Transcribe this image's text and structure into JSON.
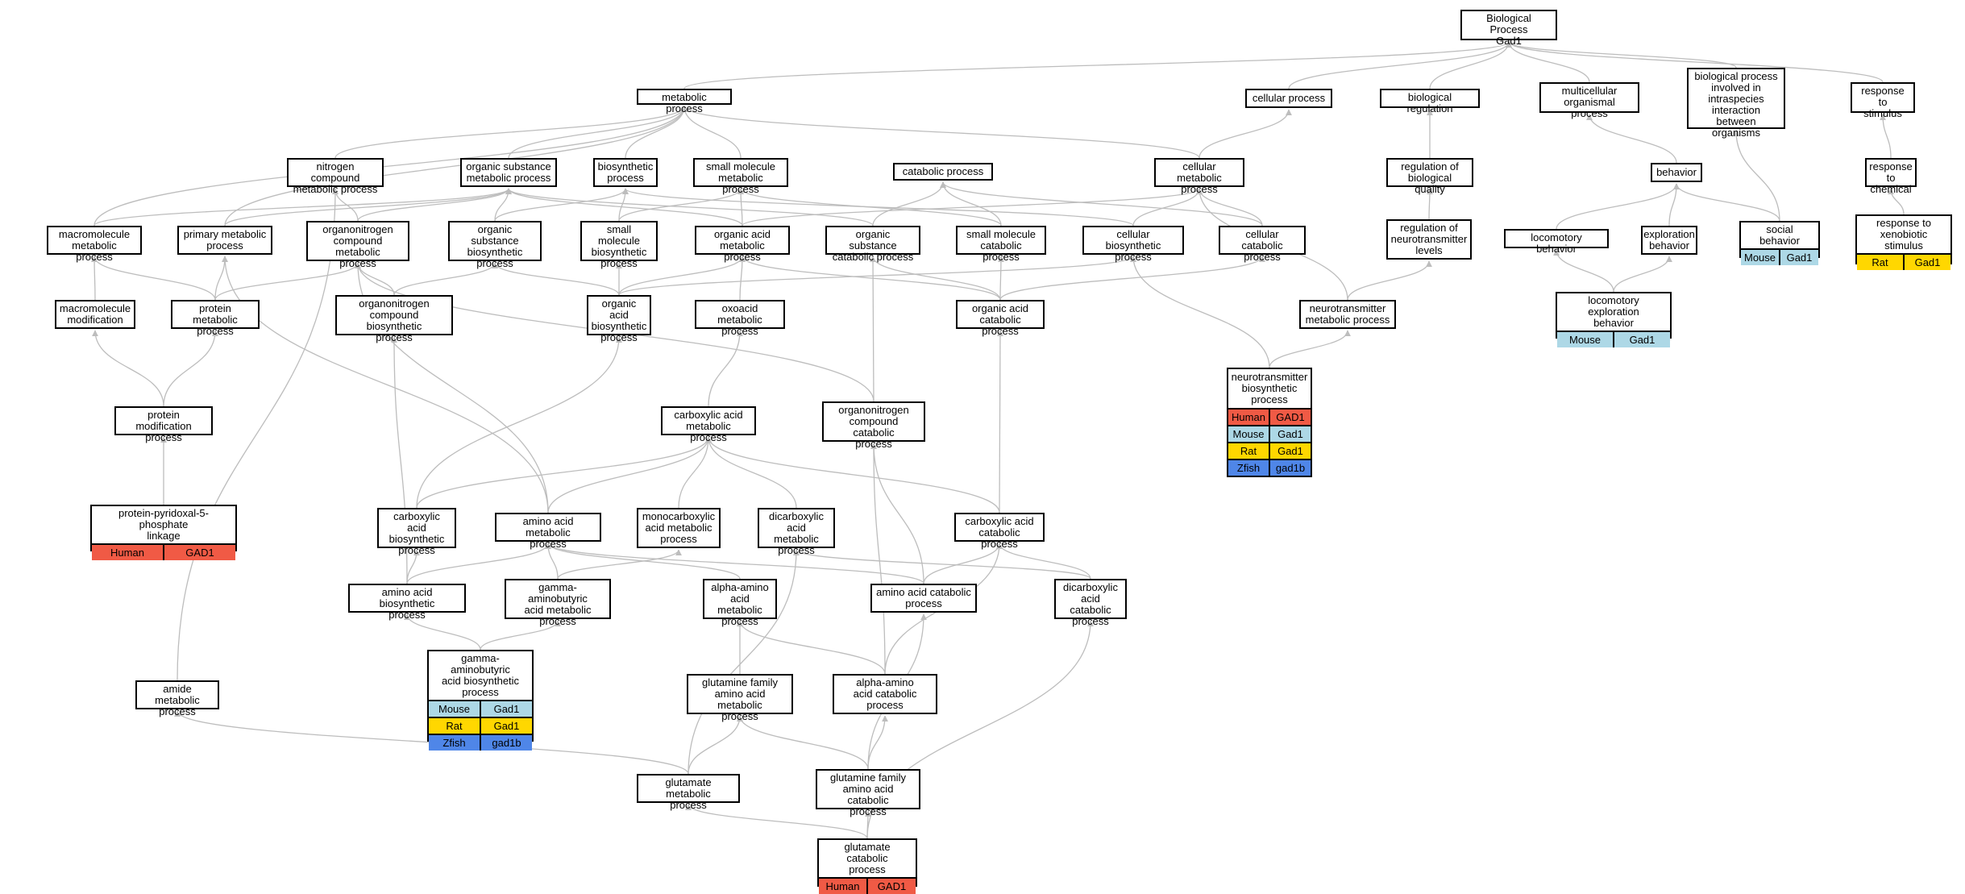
{
  "colors": {
    "edge": "#bdbdbd",
    "Human": "#f05a45",
    "Mouse": "#add8e6",
    "Rat": "#ffd700",
    "Zfish": "#4f86e8"
  },
  "nodes": [
    {
      "id": "bp",
      "label": "Biological Process\nGad1"
    },
    {
      "id": "metabolic",
      "label": "metabolic process"
    },
    {
      "id": "cellular",
      "label": "cellular process"
    },
    {
      "id": "bioreg",
      "label": "biological regulation"
    },
    {
      "id": "multicell",
      "label": "multicellular\norganismal process"
    },
    {
      "id": "interspecies",
      "label": "biological process\ninvolved in\nintraspecies\ninteraction\nbetween organisms"
    },
    {
      "id": "stimulus",
      "label": "response to\nstimulus"
    },
    {
      "id": "nitrogen",
      "label": "nitrogen compound\nmetabolic process"
    },
    {
      "id": "orgsub",
      "label": "organic substance\nmetabolic process"
    },
    {
      "id": "biosyn",
      "label": "biosynthetic\nprocess"
    },
    {
      "id": "smallmol",
      "label": "small molecule\nmetabolic process"
    },
    {
      "id": "catabolic",
      "label": "catabolic process"
    },
    {
      "id": "cellmet",
      "label": "cellular metabolic\nprocess"
    },
    {
      "id": "regbioq",
      "label": "regulation of\nbiological quality"
    },
    {
      "id": "behavior",
      "label": "behavior"
    },
    {
      "id": "chemical",
      "label": "response to\nchemical"
    },
    {
      "id": "macromol",
      "label": "macromolecule\nmetabolic process"
    },
    {
      "id": "primary",
      "label": "primary metabolic\nprocess"
    },
    {
      "id": "orgnitro",
      "label": "organonitrogen\ncompound metabolic\nprocess"
    },
    {
      "id": "orgsubbio",
      "label": "organic substance\nbiosynthetic\nprocess"
    },
    {
      "id": "smallmolbio",
      "label": "small molecule\nbiosynthetic\nprocess"
    },
    {
      "id": "orgacid",
      "label": "organic acid\nmetabolic process"
    },
    {
      "id": "orgsubcat",
      "label": "organic substance\ncatabolic process"
    },
    {
      "id": "smallmolcat",
      "label": "small molecule\ncatabolic process"
    },
    {
      "id": "cellbio",
      "label": "cellular biosynthetic\nprocess"
    },
    {
      "id": "cellcat",
      "label": "cellular catabolic\nprocess"
    },
    {
      "id": "regneuro",
      "label": "regulation of\nneurotransmitter\nlevels"
    },
    {
      "id": "locomotory",
      "label": "locomotory behavior"
    },
    {
      "id": "exploration",
      "label": "exploration\nbehavior"
    },
    {
      "id": "social",
      "label": "social behavior",
      "annotations": [
        [
          "Mouse",
          "Gad1"
        ]
      ]
    },
    {
      "id": "xeno",
      "label": "response to\nxenobiotic stimulus",
      "annotations": [
        [
          "Rat",
          "Gad1"
        ]
      ]
    },
    {
      "id": "macromod",
      "label": "macromolecule\nmodification"
    },
    {
      "id": "protmet",
      "label": "protein metabolic\nprocess"
    },
    {
      "id": "orgnitrobio",
      "label": "organonitrogen\ncompound biosynthetic\nprocess"
    },
    {
      "id": "orgacidbio",
      "label": "organic acid\nbiosynthetic\nprocess"
    },
    {
      "id": "oxoacid",
      "label": "oxoacid metabolic\nprocess"
    },
    {
      "id": "orgacidcat",
      "label": "organic acid\ncatabolic process"
    },
    {
      "id": "neurometab",
      "label": "neurotransmitter\nmetabolic process"
    },
    {
      "id": "locoexpl",
      "label": "locomotory exploration\nbehavior",
      "annotations": [
        [
          "Mouse",
          "Gad1"
        ]
      ]
    },
    {
      "id": "protmod",
      "label": "protein modification\nprocess"
    },
    {
      "id": "neurobio",
      "label": "neurotransmitter\nbiosynthetic\nprocess",
      "annotations": [
        [
          "Human",
          "GAD1"
        ],
        [
          "Mouse",
          "Gad1"
        ],
        [
          "Rat",
          "Gad1"
        ],
        [
          "Zfish",
          "gad1b"
        ]
      ]
    },
    {
      "id": "carboxylic",
      "label": "carboxylic acid\nmetabolic process"
    },
    {
      "id": "orgnitrocat",
      "label": "organonitrogen\ncompound catabolic\nprocess"
    },
    {
      "id": "pyridoxal",
      "label": "protein-pyridoxal-5-phosphate\nlinkage",
      "annotations": [
        [
          "Human",
          "GAD1"
        ]
      ]
    },
    {
      "id": "carbbio",
      "label": "carboxylic acid\nbiosynthetic\nprocess"
    },
    {
      "id": "aamet",
      "label": "amino acid metabolic\nprocess"
    },
    {
      "id": "monocarb",
      "label": "monocarboxylic\nacid metabolic\nprocess"
    },
    {
      "id": "dicarb",
      "label": "dicarboxylic\nacid metabolic\nprocess"
    },
    {
      "id": "carbcat",
      "label": "carboxylic acid\ncatabolic process"
    },
    {
      "id": "aabio",
      "label": "amino acid biosynthetic\nprocess"
    },
    {
      "id": "gaba",
      "label": "gamma-aminobutyric\nacid metabolic\nprocess"
    },
    {
      "id": "alphaaa",
      "label": "alpha-amino\nacid metabolic\nprocess"
    },
    {
      "id": "aacat",
      "label": "amino acid catabolic\nprocess"
    },
    {
      "id": "dicarbcat",
      "label": "dicarboxylic\nacid catabolic\nprocess"
    },
    {
      "id": "gababio",
      "label": "gamma-aminobutyric\nacid biosynthetic\nprocess",
      "annotations": [
        [
          "Mouse",
          "Gad1"
        ],
        [
          "Rat",
          "Gad1"
        ],
        [
          "Zfish",
          "gad1b"
        ]
      ]
    },
    {
      "id": "amide",
      "label": "amide metabolic\nprocess"
    },
    {
      "id": "glnmet",
      "label": "glutamine family\namino acid metabolic\nprocess"
    },
    {
      "id": "alphacat",
      "label": "alpha-amino\nacid catabolic\nprocess"
    },
    {
      "id": "glumet",
      "label": "glutamate metabolic\nprocess"
    },
    {
      "id": "glncat",
      "label": "glutamine family\namino acid catabolic\nprocess"
    },
    {
      "id": "glucat",
      "label": "glutamate catabolic\nprocess",
      "annotations": [
        [
          "Human",
          "GAD1"
        ]
      ]
    }
  ]
}
